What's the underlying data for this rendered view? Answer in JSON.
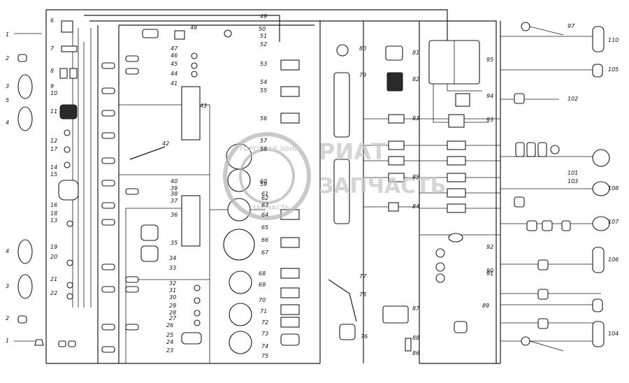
{
  "labels_left": [
    "1",
    "2",
    "3",
    "5",
    "4",
    "4",
    "3",
    "2",
    "1"
  ],
  "labels_numbers": [
    "6",
    "7",
    "8",
    "9",
    "10",
    "11",
    "12",
    "13",
    "14",
    "15",
    "16",
    "17",
    "18",
    "19",
    "20",
    "21",
    "22",
    "23",
    "24",
    "25",
    "26",
    "27",
    "28",
    "29",
    "30",
    "31",
    "32",
    "33",
    "34",
    "35",
    "36",
    "37",
    "38",
    "39",
    "40",
    "41",
    "42",
    "43",
    "44",
    "45",
    "46",
    "47",
    "48",
    "49",
    "50",
    "51",
    "52",
    "53",
    "54",
    "55",
    "56",
    "57",
    "58",
    "59",
    "60",
    "61",
    "62",
    "63",
    "64",
    "65",
    "66",
    "67",
    "68",
    "69",
    "70",
    "71",
    "72",
    "73",
    "74",
    "75",
    "76",
    "77",
    "78",
    "79",
    "80",
    "81",
    "82",
    "83",
    "84",
    "85",
    "86",
    "87",
    "88",
    "89",
    "90",
    "91",
    "92",
    "93",
    "94",
    "95",
    "97",
    "101",
    "102",
    "103",
    "104",
    "105",
    "106",
    "107",
    "108",
    "110"
  ],
  "watermark": {
    "top_text": "ТОРГОВАЯ ЗОНА",
    "bottom_text": "ЗАПЧАСТЬ",
    "brand_line1": "РИАТ",
    "brand_line2": "ЗАПЧАСТЬ"
  }
}
